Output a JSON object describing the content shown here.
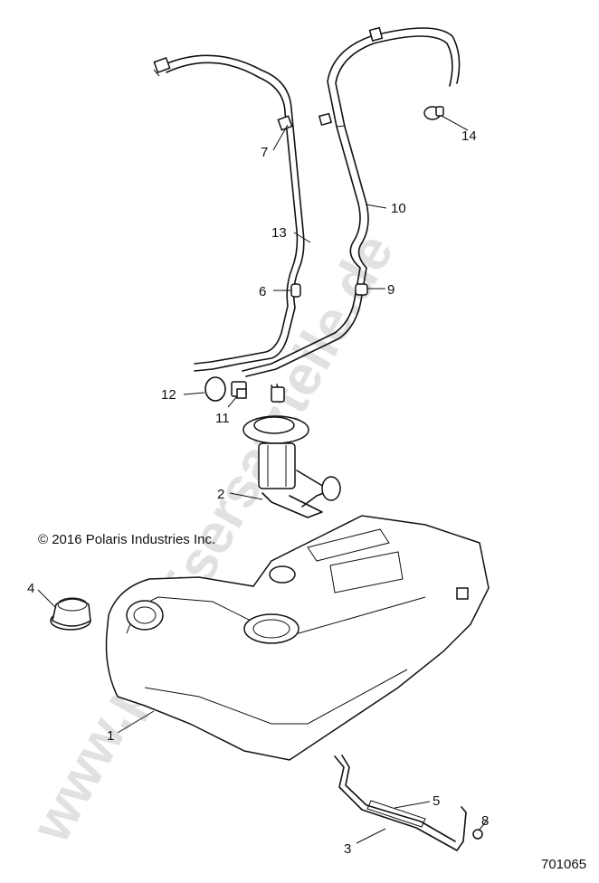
{
  "copyright": "© 2016 Polaris Industries Inc.",
  "diagram_id": "701065",
  "watermark": "www.polarisersatzteile.de",
  "callouts": {
    "c1": "1",
    "c2": "2",
    "c3": "3",
    "c4": "4",
    "c5": "5",
    "c6": "6",
    "c7": "7",
    "c8": "8",
    "c9": "9",
    "c10": "10",
    "c11": "11",
    "c12": "12",
    "c13": "13",
    "c14": "14"
  }
}
